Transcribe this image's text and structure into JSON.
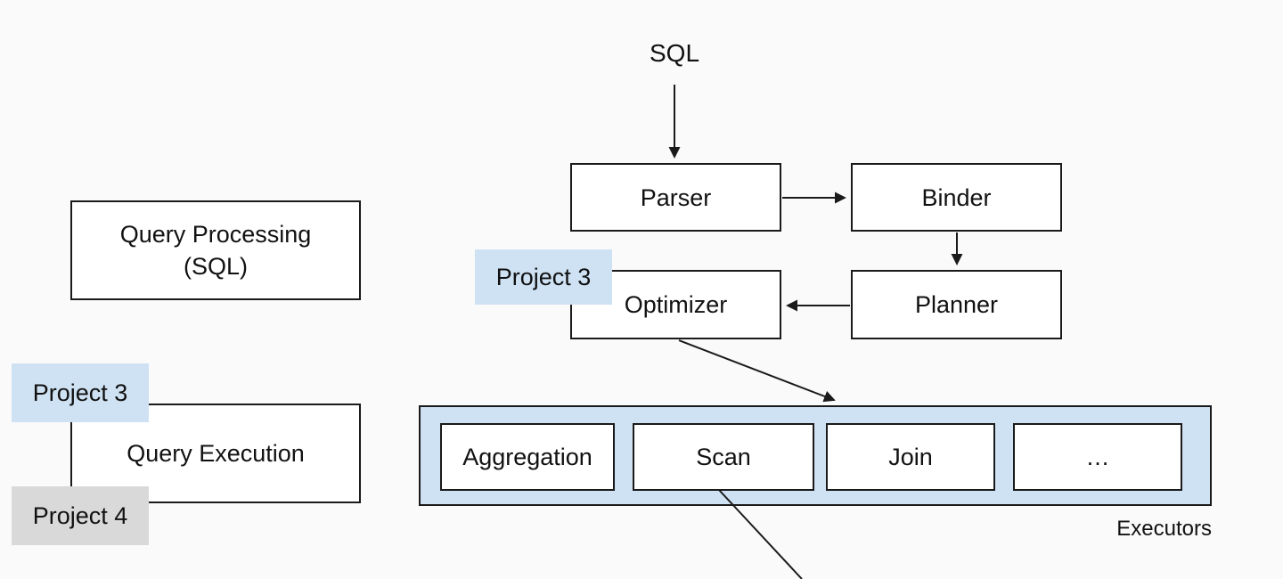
{
  "diagram": {
    "nodes": {
      "sql": "SQL",
      "parser": "Parser",
      "binder": "Binder",
      "planner": "Planner",
      "optimizer": "Optimizer",
      "query_processing_line1": "Query Processing",
      "query_processing_line2": "(SQL)",
      "query_execution": "Query Execution",
      "aggregation": "Aggregation",
      "scan": "Scan",
      "join": "Join",
      "more": "…",
      "executors_caption": "Executors"
    },
    "tags": {
      "project3_optimizer": "Project 3",
      "project3_execution": "Project 3",
      "project4_execution": "Project 4"
    },
    "colors": {
      "background": "#fafafa",
      "node_fill": "#ffffff",
      "border": "#1a1a1a",
      "text": "#111111",
      "tag_blue": "#cfe2f3",
      "tag_gray": "#d9d9d9",
      "container_blue": "#cfe2f3"
    }
  }
}
